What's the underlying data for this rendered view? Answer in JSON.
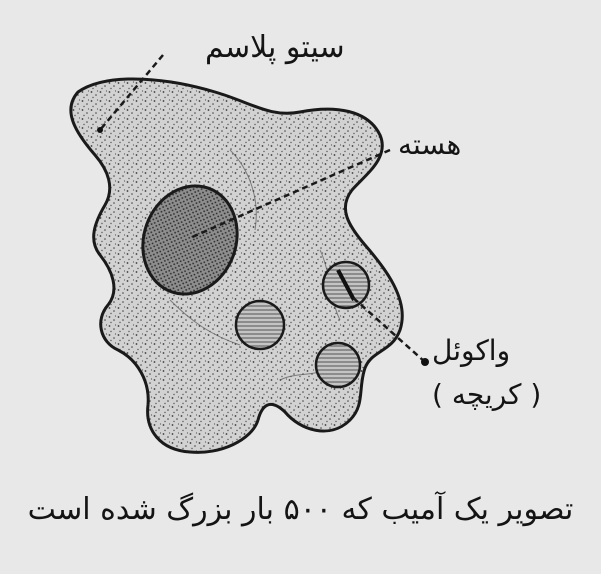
{
  "labels": {
    "cytoplasm": "سیتو پلاسم",
    "nucleus": "هسته",
    "vacuole": "واکوئل",
    "vacuole_sub": "( کریچه )"
  },
  "caption": "تصویر یک آمیب که ۵۰۰ بار بزرگ شده است",
  "colors": {
    "background": "#e8e8e8",
    "cell_fill": "#cfcfcf",
    "outline": "#1a1a1a",
    "nucleus_fill": "#8a8a8a",
    "vacuole_fill": "#bdbdbd"
  }
}
